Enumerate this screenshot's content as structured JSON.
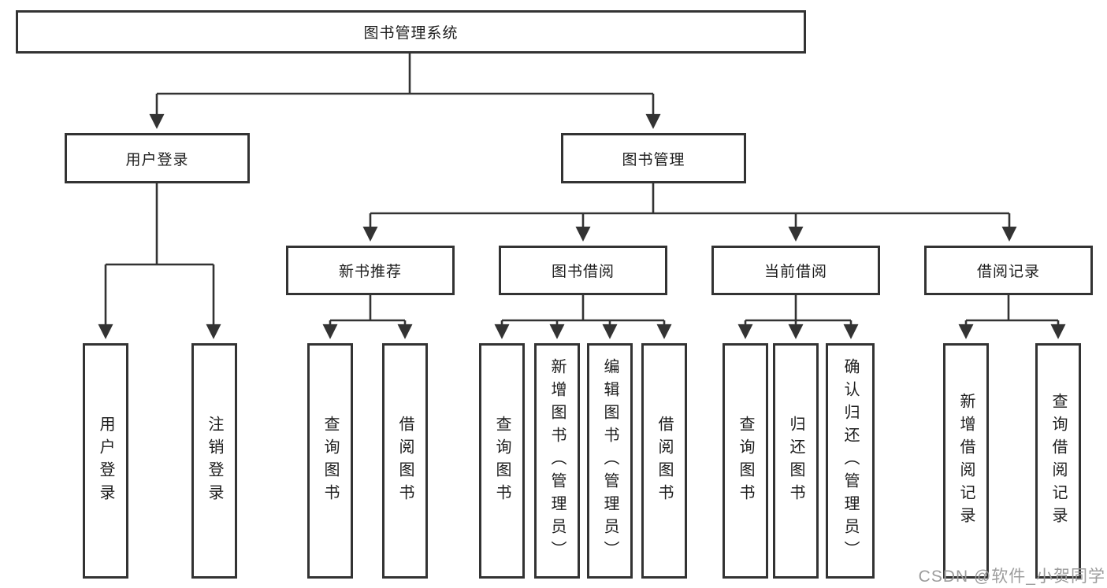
{
  "diagram": {
    "root": {
      "label": "图书管理系统"
    },
    "login": {
      "label": "用户登录",
      "children": [
        {
          "label": "用户登录"
        },
        {
          "label": "注销登录"
        }
      ]
    },
    "management": {
      "label": "图书管理",
      "groups": [
        {
          "label": "新书推荐",
          "children": [
            {
              "label": "查询图书"
            },
            {
              "label": "借阅图书"
            }
          ]
        },
        {
          "label": "图书借阅",
          "children": [
            {
              "label": "查询图书"
            },
            {
              "label": "新增图书（管理员）"
            },
            {
              "label": "编辑图书（管理员）"
            },
            {
              "label": "借阅图书"
            }
          ]
        },
        {
          "label": "当前借阅",
          "children": [
            {
              "label": "查询图书"
            },
            {
              "label": "归还图书"
            },
            {
              "label": "确认归还（管理员）"
            }
          ]
        },
        {
          "label": "借阅记录",
          "children": [
            {
              "label": "新增借阅记录"
            },
            {
              "label": "查询借阅记录"
            }
          ]
        }
      ]
    }
  },
  "watermark": {
    "text": "CSDN @软件_小贺同学"
  },
  "colors": {
    "line": "#333333",
    "box_border": "#333333",
    "box_bg": "#ffffff",
    "text": "#1d1d1d",
    "watermark": "#9c9c9c",
    "background": "#ffffff"
  }
}
